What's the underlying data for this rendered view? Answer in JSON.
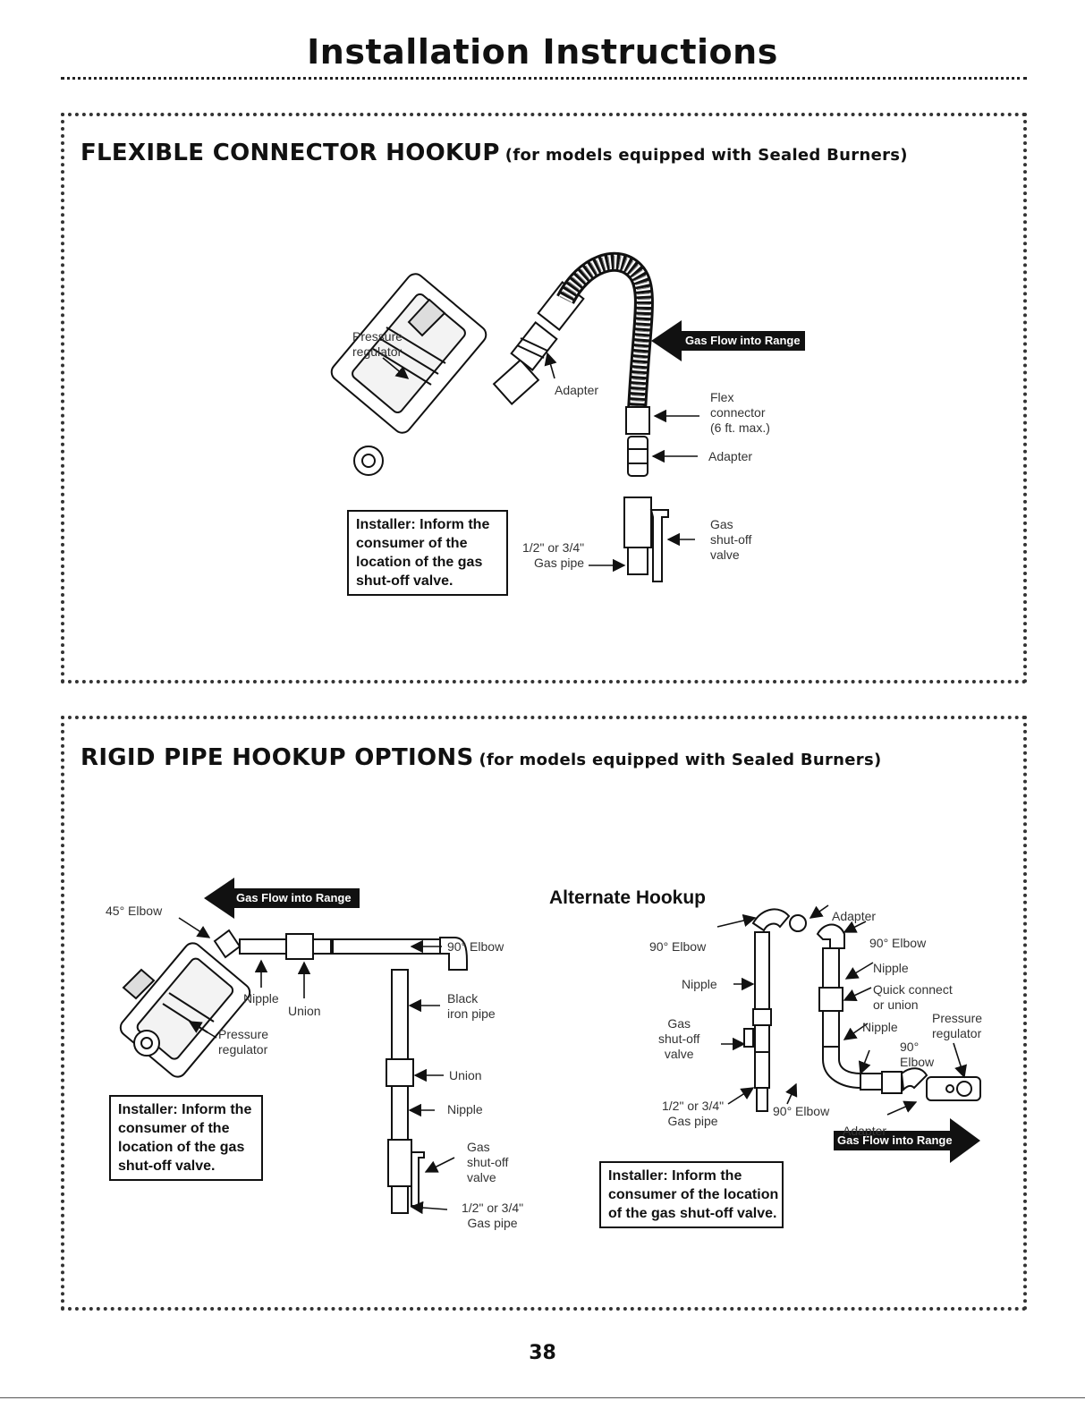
{
  "page": {
    "title": "Installation Instructions",
    "page_number": "38"
  },
  "flexible": {
    "title": "FLEXIBLE CONNECTOR HOOKUP",
    "subtitle": "(for models equipped with Sealed Burners)",
    "flow_label": "Gas Flow into Range",
    "labels": {
      "pressure_regulator": "Pressure\nregulator",
      "adapter_top": "Adapter",
      "flex_connector": "Flex\nconnector\n(6 ft. max.)",
      "adapter_bottom": "Adapter",
      "gas_shutoff": "Gas\nshut-off\nvalve",
      "gas_pipe": "1/2\" or 3/4\"\nGas pipe"
    },
    "note": [
      "Installer: Inform the",
      "consumer of the",
      "location of the gas",
      "shut-off valve."
    ]
  },
  "rigid": {
    "title": "RIGID PIPE HOOKUP OPTIONS",
    "subtitle": "(for models equipped with Sealed Burners)",
    "flow_label": "Gas Flow into Range",
    "labels": {
      "elbow_45": "45° Elbow",
      "nipple": "Nipple",
      "union": "Union",
      "pressure_regulator": "Pressure\nregulator",
      "elbow_90": "90° Elbow",
      "black_iron": "Black\niron pipe",
      "union_right": "Union",
      "nipple_right": "Nipple",
      "gas_shutoff": "Gas\nshut-off\nvalve",
      "gas_pipe": "1/2\" or 3/4\"\nGas pipe"
    },
    "note": [
      "Installer: Inform the",
      "consumer of the",
      "location of the gas",
      "shut-off valve."
    ]
  },
  "alternate": {
    "title": "Alternate Hookup",
    "flow_label": "Gas Flow into Range",
    "labels": {
      "adapter_top": "Adapter",
      "elbow_90_left": "90° Elbow",
      "elbow_90_right": "90° Elbow",
      "nipple_left": "Nipple",
      "nipple_right": "Nipple",
      "quick_connect": "Quick connect\nor union",
      "pressure_regulator": "Pressure\nregulator",
      "gas_shutoff": "Gas\nshut-off\nvalve",
      "nipple_lower": "Nipple",
      "elbow_90_lower": "90°\nElbow",
      "gas_pipe": "1/2\" or 3/4\"\nGas pipe",
      "elbow_90_bottom": "90° Elbow",
      "adapter_bottom": "Adapter"
    },
    "note": [
      "Installer: Inform the",
      "consumer of the location",
      "of the gas shut-off valve."
    ]
  }
}
